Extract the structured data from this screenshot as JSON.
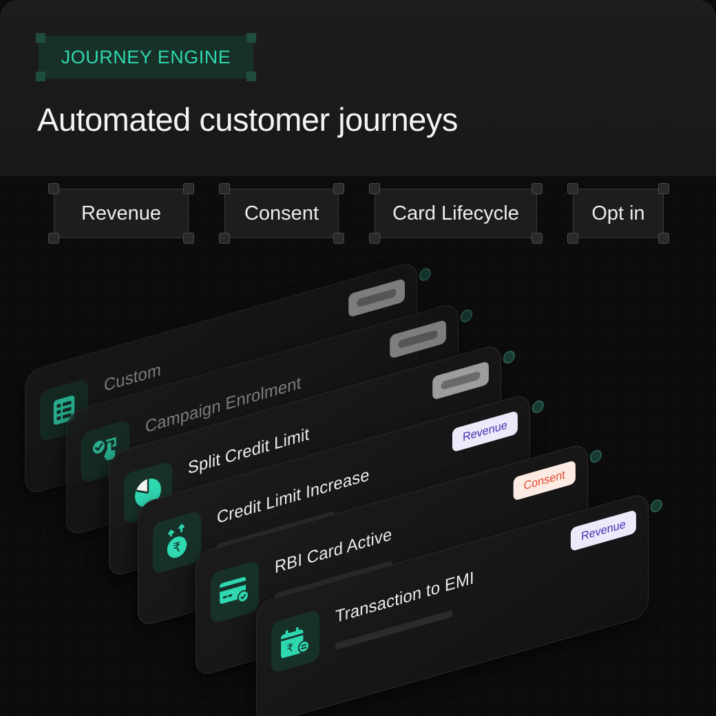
{
  "header": {
    "eyebrow": "JOURNEY ENGINE",
    "headline": "Automated customer journeys"
  },
  "filters": [
    {
      "label": "Revenue"
    },
    {
      "label": "Consent"
    },
    {
      "label": "Card Lifecycle"
    },
    {
      "label": "Opt in"
    }
  ],
  "journeys": [
    {
      "title": "Custom",
      "icon": "table-grid-icon",
      "tag": null
    },
    {
      "title": "Campaign Enrolment",
      "icon": "tap-checkmark-icon",
      "tag": null
    },
    {
      "title": "Split Credit Limit",
      "icon": "pie-chart-icon",
      "tag": null
    },
    {
      "title": "Credit Limit Increase",
      "icon": "rupee-growth-icon",
      "tag": "Revenue"
    },
    {
      "title": "RBI Card Active",
      "icon": "credit-card-check-icon",
      "tag": "Consent"
    },
    {
      "title": "Transaction to EMI",
      "icon": "calendar-rupee-icon",
      "tag": "Revenue"
    }
  ],
  "colors": {
    "accent": "#2fd8b1",
    "revenue_tag_text": "#4531b3",
    "consent_tag_text": "#e04a2f",
    "background": "#0c0c0c"
  }
}
